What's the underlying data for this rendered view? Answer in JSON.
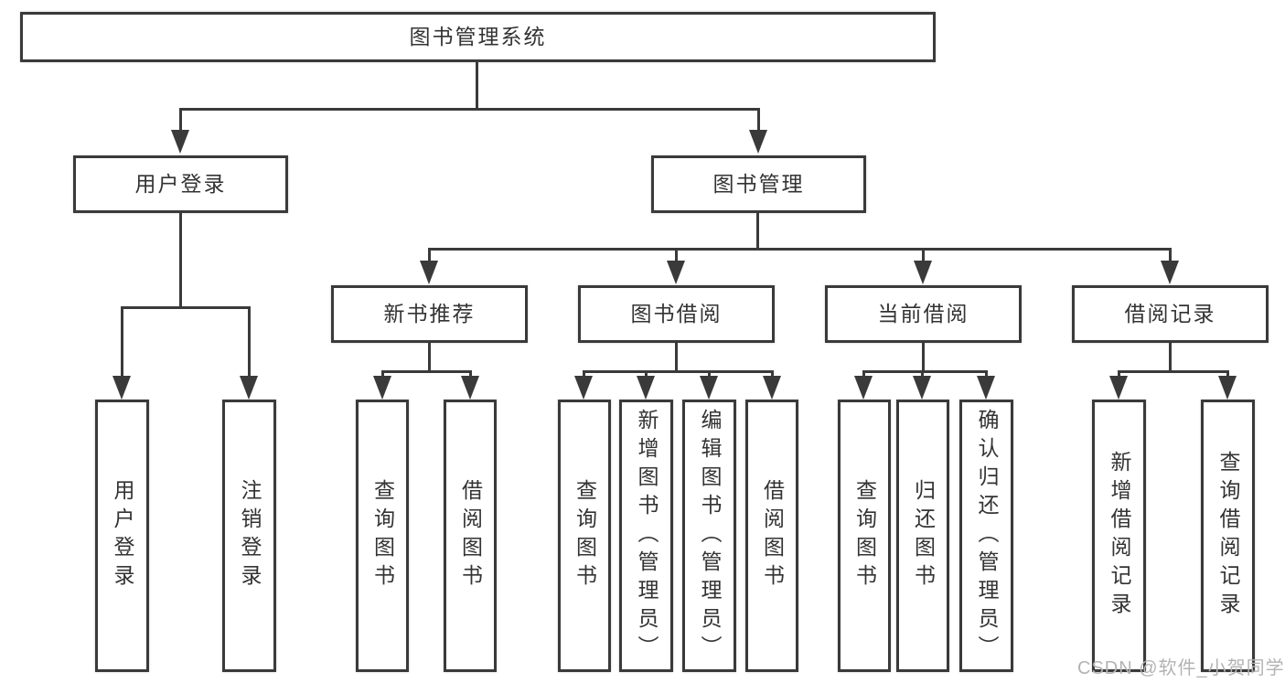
{
  "nodes": {
    "root": {
      "label": "图书管理系统"
    },
    "user_login": {
      "label": "用户登录"
    },
    "book_mgmt": {
      "label": "图书管理"
    },
    "new_book_rec": {
      "label": "新书推荐"
    },
    "book_borrow": {
      "label": "图书借阅"
    },
    "current_borrow": {
      "label": "当前借阅"
    },
    "borrow_record": {
      "label": "借阅记录"
    },
    "leaves": {
      "user_login": {
        "label": "用户登录"
      },
      "logout": {
        "label": "注销登录"
      },
      "rec_query_book": {
        "label": "查询图书"
      },
      "rec_borrow_book": {
        "label": "借阅图书"
      },
      "borrow_query_book": {
        "label": "查询图书"
      },
      "borrow_add_book": {
        "label": "新增图书（管理员）"
      },
      "borrow_edit_book": {
        "label": "编辑图书（管理员）"
      },
      "borrow_borrow_book": {
        "label": "借阅图书"
      },
      "cur_query_book": {
        "label": "查询图书"
      },
      "cur_return_book": {
        "label": "归还图书"
      },
      "cur_confirm_return": {
        "label": "确认归还（管理员）"
      },
      "record_add": {
        "label": "新增借阅记录"
      },
      "record_query": {
        "label": "查询借阅记录"
      }
    }
  },
  "watermark": {
    "text": "CSDN @软件_小贺同学"
  },
  "colors": {
    "line": "#3a3a3a",
    "text": "#333333",
    "watermark": "#b3b3b3",
    "background": "#ffffff"
  }
}
